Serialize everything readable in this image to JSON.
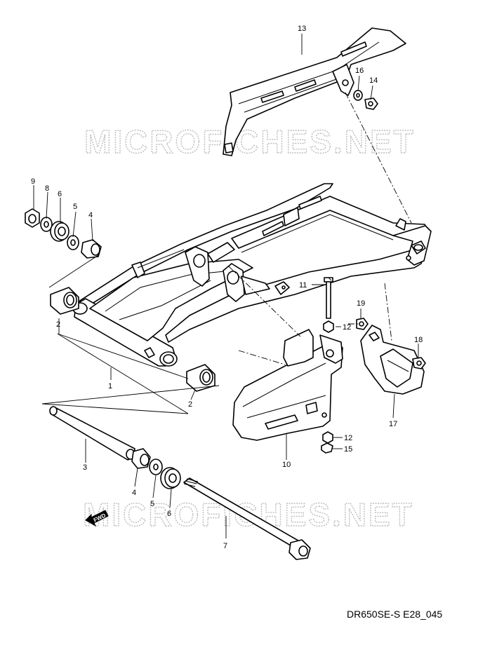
{
  "diagram": {
    "labels": [
      "1",
      "2",
      "2",
      "3",
      "4",
      "4",
      "5",
      "5",
      "6",
      "6",
      "7",
      "8",
      "9",
      "10",
      "11",
      "12",
      "12",
      "13",
      "14",
      "15",
      "16",
      "17",
      "18",
      "19"
    ],
    "watermark": "MICROFICHES.NET",
    "fwd_text": "FWD",
    "drawing_code": "DR650SE-S E28_045"
  }
}
